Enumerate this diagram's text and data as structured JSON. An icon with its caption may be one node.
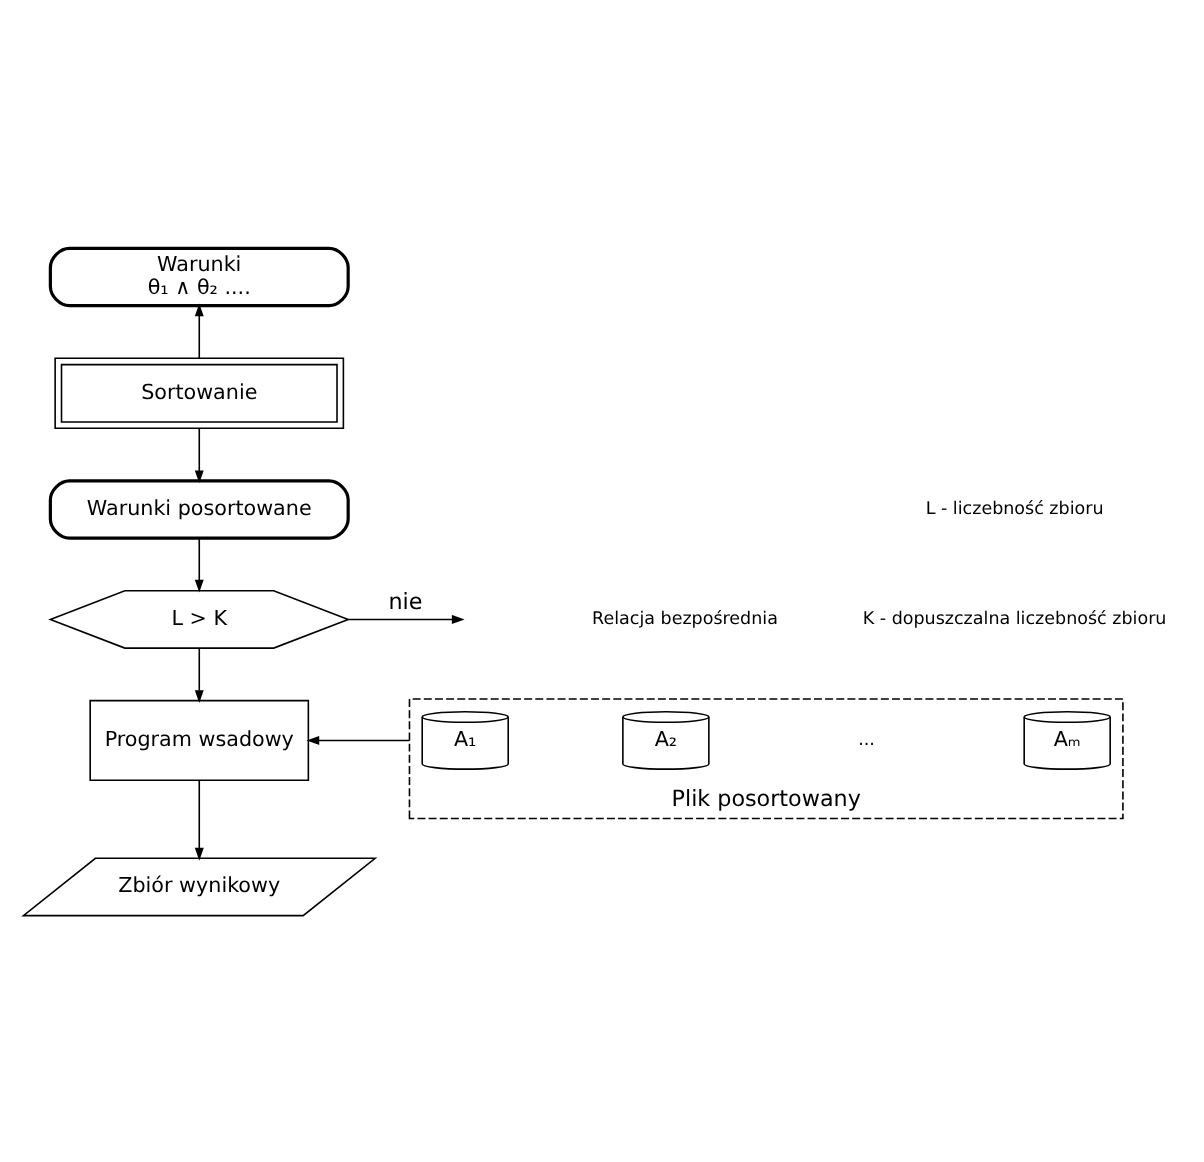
{
  "diagram": {
    "nodes": [
      {
        "text": [
          "Warunki",
          "θ₁ ∧ θ₂ ...."
        ]
      },
      {
        "text": [
          "Sortowanie"
        ]
      },
      {
        "text": [
          "Warunki posortowane"
        ]
      },
      {
        "text": [
          "L > K"
        ]
      },
      {
        "text": [
          "Program wsadowy"
        ]
      },
      {
        "text": [
          "Zbiór wynikowy"
        ]
      },
      {
        "text": [],
        "shape": "box",
        "beside": [
          "Plik posortowany"
        ]
      },
      {
        "text": [
          "A₁"
        ],
        "in": 6
      },
      {
        "text": [
          "A₂"
        ],
        "in": 6
      },
      {
        "text": [
          "Aₘ"
        ],
        "in": 6
      }
    ],
    "edges": [
      {
        "from": 1,
        "to": 0,
        "arrow": "to"
      },
      {
        "from": 1,
        "to": 2,
        "arrow": "to"
      },
      {
        "from": 2,
        "to": 3,
        "arrow": "to"
      },
      {
        "from": 3,
        "to": null,
        "arrow": "to",
        "label": "nie"
      },
      {
        "from": 3,
        "to": 4,
        "arrow": "to"
      },
      {
        "from": 6,
        "to": 4,
        "arrow": "to"
      },
      {
        "from": 4,
        "to": 5,
        "arrow": "to"
      }
    ],
    "labels": [
      "Relacja bezpośrednia",
      "L - liczebność zbioru",
      "K - dopuszczalna liczebność zbioru",
      "..."
    ]
  }
}
